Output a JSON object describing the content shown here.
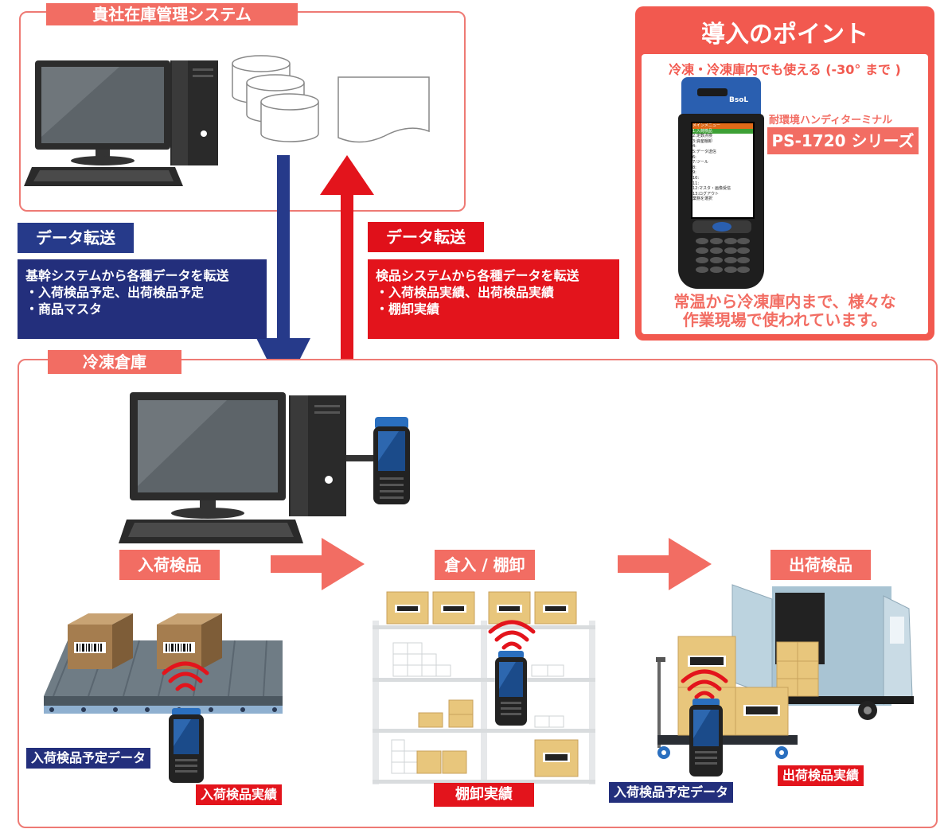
{
  "top_system": {
    "label": "貴社在庫管理システム"
  },
  "warehouse": {
    "label": "冷凍倉庫"
  },
  "transfer_left": {
    "title": "データ転送",
    "lines": [
      "基幹システムから各種データを転送",
      "・入荷検品予定、出荷検品予定",
      "・商品マスタ"
    ]
  },
  "transfer_right": {
    "title": "データ転送",
    "lines": [
      "検品システムから各種データを転送",
      "・入荷検品実績、出荷検品実績",
      "・棚卸実績"
    ]
  },
  "point_panel": {
    "title": "導入のポイント",
    "subtitle": "冷凍・冷凍庫内でも使える (-30° まで )",
    "product_caption": "耐環境ハンディターミナル",
    "product_name": "PS-1720 シリーズ",
    "device_brand": "BsoL",
    "footer_lines": [
      "常温から冷凍庫内まで、様々な",
      "作業現場で使われています。"
    ],
    "screen_menu": [
      "メインメニュー",
      "1:入荷検品",
      "2:定数点検",
      "3:資産棚卸",
      "4:",
      "5:データ送信",
      "6:",
      "7:ツール",
      "8:",
      "9:",
      "10:",
      "11:",
      "12:マスタ・画像受信",
      "13:ログアウト",
      "業務を選択"
    ]
  },
  "stages": {
    "receiving": "入荷検品",
    "storage": "倉入 / 棚卸",
    "shipping": "出荷検品"
  },
  "data_chips": {
    "receiving_plan": "入荷検品予定データ",
    "receiving_result": "入荷検品実績",
    "inventory_result": "棚卸実績",
    "shipping_plan": "入荷検品予定データ",
    "shipping_result": "出荷検品実績"
  },
  "colors": {
    "frame": "#ee7a74",
    "salmon": "#f26d63",
    "navy": "#232f7c",
    "red": "#e3141c",
    "point_bg": "#f2594f"
  }
}
